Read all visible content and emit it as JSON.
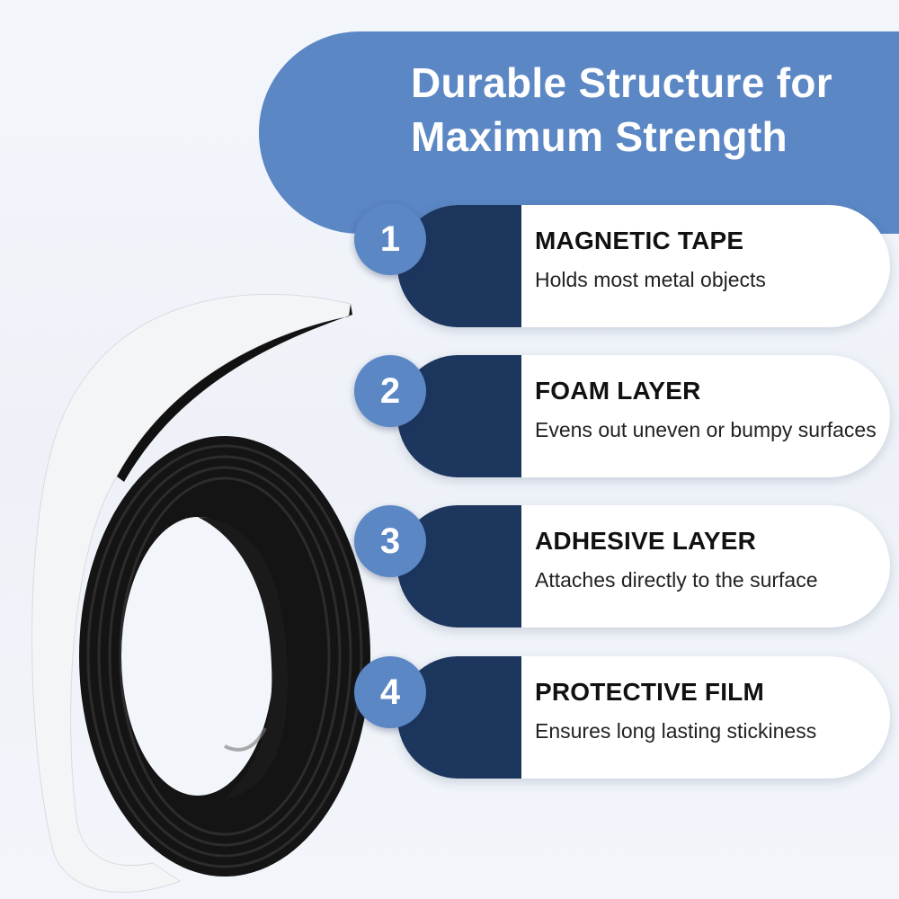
{
  "header": {
    "title_line1": "Durable Structure for",
    "title_line2": "Maximum Strength"
  },
  "colors": {
    "banner": "#5b87c5",
    "dark_panel": "#1c365e",
    "badge": "#5b87c5"
  },
  "layers": [
    {
      "number": "1",
      "heading": "MAGNETIC TAPE",
      "description": "Holds most metal objects"
    },
    {
      "number": "2",
      "heading": "FOAM LAYER",
      "description": "Evens out uneven or bumpy surfaces"
    },
    {
      "number": "3",
      "heading": "ADHESIVE LAYER",
      "description": "Attaches directly to the surface"
    },
    {
      "number": "4",
      "heading": "PROTECTIVE FILM",
      "description": "Ensures long lasting stickiness"
    }
  ],
  "product_image": {
    "icon": "magnetic-tape-roll"
  }
}
